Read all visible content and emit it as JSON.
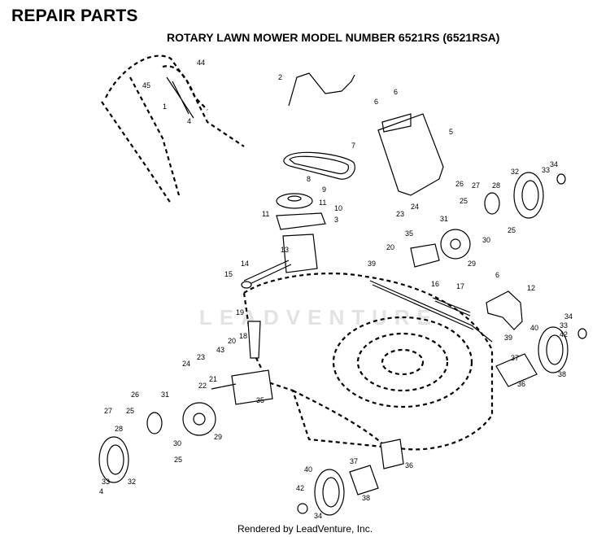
{
  "header": {
    "title": "REPAIR PARTS",
    "subtitle": "ROTARY LAWN MOWER MODEL NUMBER 6521RS (6521RSA)"
  },
  "watermark": "LEADVENTURE",
  "footer": "Rendered by LeadVenture, Inc.",
  "callouts": [
    "44",
    "45",
    "1",
    "4",
    "2",
    "6",
    "6",
    "5",
    "7",
    "8",
    "9",
    "11",
    "11",
    "10",
    "3",
    "13",
    "14",
    "15",
    "26",
    "27",
    "28",
    "32",
    "33",
    "34",
    "25",
    "24",
    "23",
    "31",
    "35",
    "20",
    "30",
    "25",
    "29",
    "39",
    "16",
    "17",
    "6",
    "12",
    "19",
    "18",
    "20",
    "43",
    "23",
    "24",
    "22",
    "21",
    "35",
    "27",
    "26",
    "25",
    "31",
    "28",
    "30",
    "29",
    "25",
    "33",
    "32",
    "4",
    "40",
    "34",
    "33",
    "42",
    "39",
    "37",
    "36",
    "38",
    "36",
    "37",
    "40",
    "42",
    "38",
    "34"
  ]
}
